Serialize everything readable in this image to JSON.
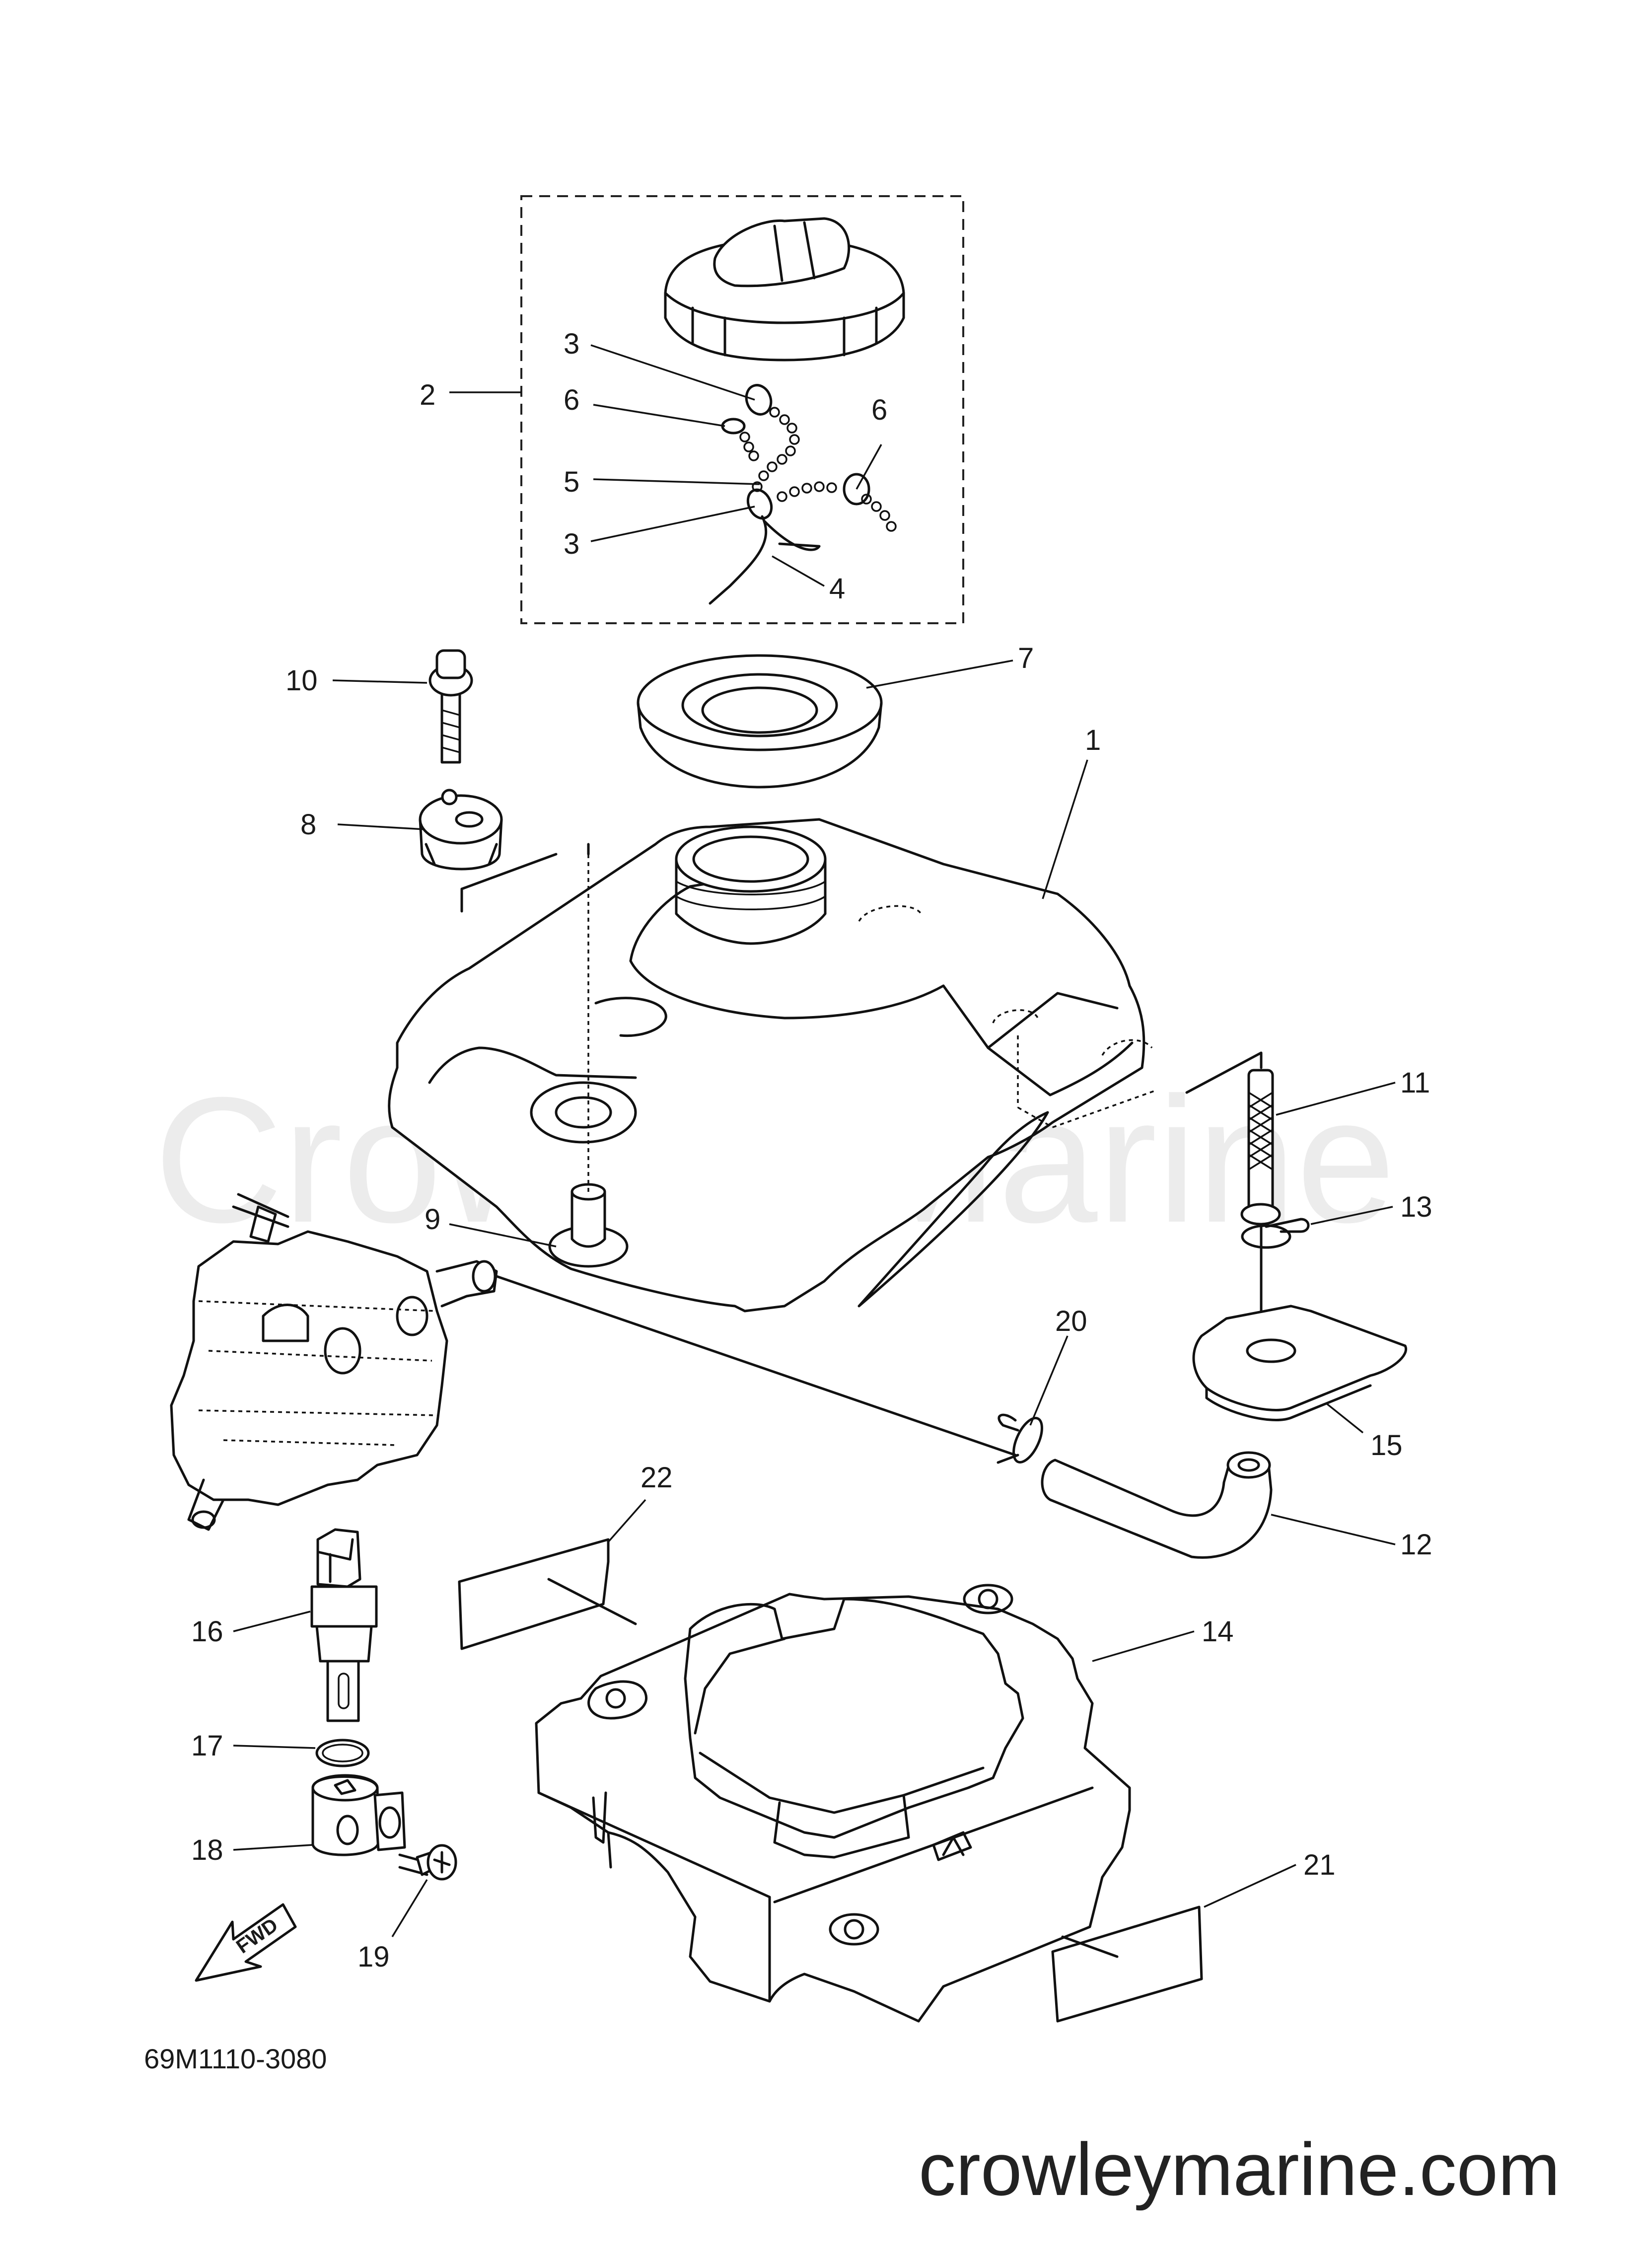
{
  "diagram": {
    "part_code": "69M1110-3080",
    "watermark": "Crowley Marine",
    "website": "crowleymarine.com",
    "fwd_label": "FWD",
    "callouts": [
      "1",
      "2",
      "3",
      "3",
      "4",
      "5",
      "6",
      "6",
      "7",
      "8",
      "9",
      "10",
      "11",
      "12",
      "13",
      "14",
      "15",
      "16",
      "17",
      "18",
      "19",
      "20",
      "21",
      "22"
    ]
  },
  "colors": {
    "line": "#111111",
    "background": "#ffffff",
    "watermark": "#ececec"
  }
}
